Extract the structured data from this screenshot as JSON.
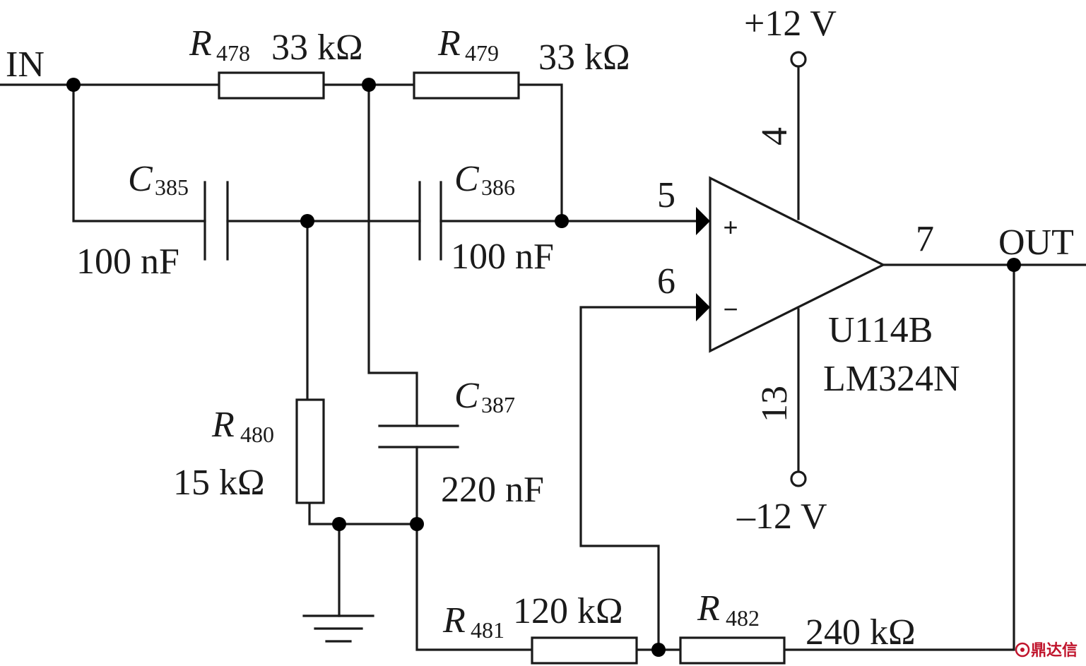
{
  "nets": {
    "input": "IN",
    "output": "OUT",
    "supply_positive": "+12 V",
    "supply_negative": "–12 V"
  },
  "opamp": {
    "designator": "U114B",
    "part": "LM324N",
    "pins": {
      "v_plus": "4",
      "noninverting_input": "5",
      "inverting_input": "6",
      "output": "7",
      "v_minus": "13"
    },
    "noninverting_sign": "+",
    "inverting_sign": "−"
  },
  "components": {
    "R478": {
      "letter": "R",
      "sub": "478",
      "value": "33 kΩ"
    },
    "R479": {
      "letter": "R",
      "sub": "479",
      "value": "33 kΩ"
    },
    "R480": {
      "letter": "R",
      "sub": "480",
      "value": "15 kΩ"
    },
    "R481": {
      "letter": "R",
      "sub": "481",
      "value": "120 kΩ"
    },
    "R482": {
      "letter": "R",
      "sub": "482",
      "value": "240 kΩ"
    },
    "C385": {
      "letter": "C",
      "sub": "385",
      "value": "100 nF"
    },
    "C386": {
      "letter": "C",
      "sub": "386",
      "value": "100 nF"
    },
    "C387": {
      "letter": "C",
      "sub": "387",
      "value": "220 nF"
    }
  },
  "watermark": {
    "text": "鼎达信"
  }
}
